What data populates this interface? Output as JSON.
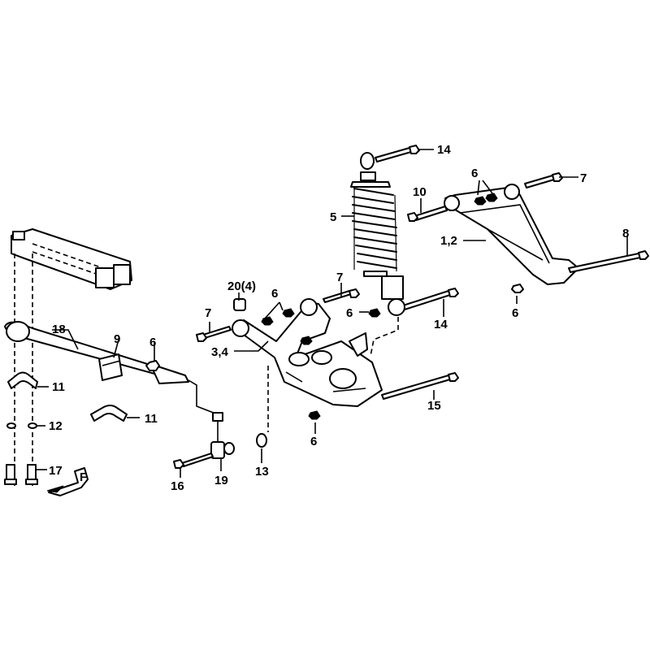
{
  "callouts": {
    "c14_top": "14",
    "c7_right": "7",
    "c6_top": "6",
    "c10": "10",
    "c5": "5",
    "c1_2": "1,2",
    "c8": "8",
    "c6_right": "6",
    "c20_4": "20(4)",
    "c7_mid": "7",
    "c6_mid": "6",
    "c7_left": "7",
    "c6_shock": "6",
    "c14_mid": "14",
    "c3_4": "3,4",
    "c18": "18",
    "c9": "9",
    "c6_bar": "6",
    "c11_a": "11",
    "c11_b": "11",
    "c12": "12",
    "c17": "17",
    "c15": "15",
    "c6_bottom": "6",
    "c13": "13",
    "c16": "16",
    "c19": "19"
  },
  "direction_marker": "F"
}
